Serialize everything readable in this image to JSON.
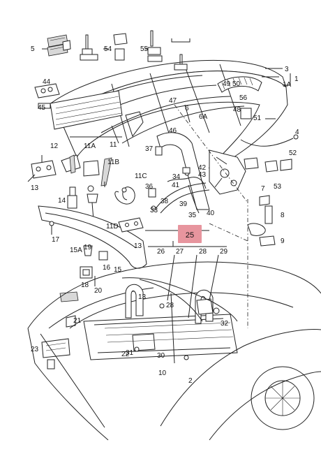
{
  "diagram": {
    "highlight_color": "#e7959e",
    "highlight_label": "25",
    "part_labels": [
      "1",
      "1A",
      "2",
      "3",
      "4",
      "5",
      "6",
      "6A",
      "7",
      "8",
      "9",
      "10",
      "11",
      "11A",
      "11B",
      "11C",
      "11D",
      "12",
      "13",
      "13",
      "13",
      "14",
      "15",
      "15A",
      "16",
      "17",
      "18",
      "19",
      "20",
      "21",
      "22",
      "23",
      "26",
      "27",
      "28",
      "28",
      "29",
      "30",
      "31",
      "32",
      "33",
      "34",
      "35",
      "36",
      "37",
      "38",
      "39",
      "40",
      "41",
      "42",
      "43",
      "44",
      "45",
      "46",
      "47",
      "48",
      "49",
      "50",
      "51",
      "52",
      "53",
      "54",
      "55",
      "56"
    ]
  }
}
